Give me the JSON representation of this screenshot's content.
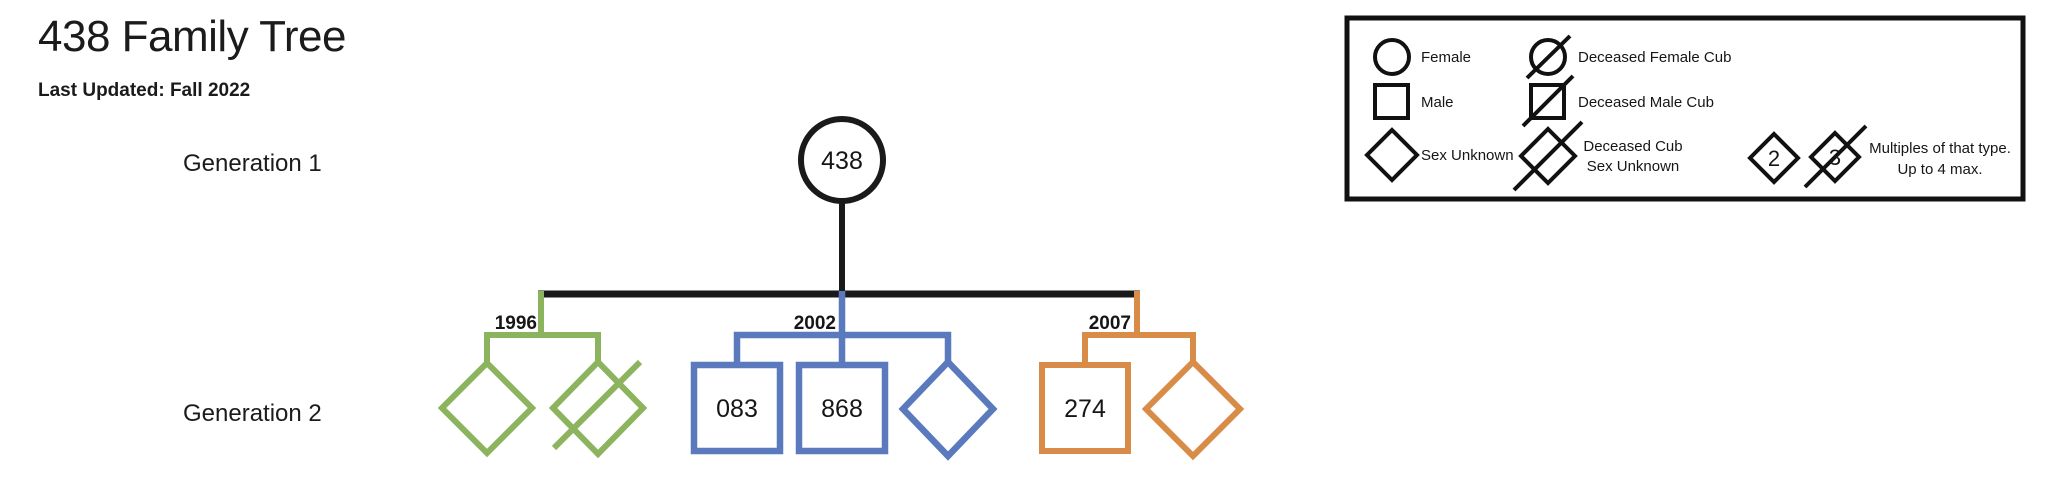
{
  "title": "438 Family Tree",
  "subtitle": "Last Updated: Fall 2022",
  "generation_rows": [
    {
      "label": "Generation 1"
    },
    {
      "label": "Generation 2"
    }
  ],
  "colors": {
    "line_black": "#1a1a1a",
    "litter_1996_green": "#8CB45E",
    "litter_2002_blue": "#5B7ABD",
    "litter_2007_orange": "#D98C47"
  },
  "tree": {
    "root": {
      "id": "438",
      "shape": "circle",
      "meaning": "female",
      "generation": 1
    },
    "litters": [
      {
        "year": "1996",
        "accent": "#8CB45E",
        "cubs": [
          {
            "label": "",
            "shape": "diamond",
            "meaning": "sex unknown"
          },
          {
            "label": "",
            "shape": "diamond-slashed",
            "meaning": "deceased cub, sex unknown"
          }
        ]
      },
      {
        "year": "2002",
        "accent": "#5B7ABD",
        "cubs": [
          {
            "label": "083",
            "shape": "square",
            "meaning": "male"
          },
          {
            "label": "868",
            "shape": "square",
            "meaning": "male"
          },
          {
            "label": "",
            "shape": "diamond",
            "meaning": "sex unknown"
          }
        ]
      },
      {
        "year": "2007",
        "accent": "#D98C47",
        "cubs": [
          {
            "label": "274",
            "shape": "square",
            "meaning": "male"
          },
          {
            "label": "",
            "shape": "diamond",
            "meaning": "sex unknown"
          }
        ]
      }
    ]
  },
  "legend": {
    "female_label": "Female",
    "male_label": "Male",
    "sex_unknown_label": "Sex Unknown",
    "deceased_female_label": "Deceased Female Cub",
    "deceased_male_label": "Deceased Male Cub",
    "deceased_unknown_line1": "Deceased Cub",
    "deceased_unknown_line2": "Sex Unknown",
    "multiples_plain_value": "2",
    "multiples_deceased_value": "3",
    "multiples_line1": "Multiples of that type.",
    "multiples_line2": "Up to 4 max."
  }
}
